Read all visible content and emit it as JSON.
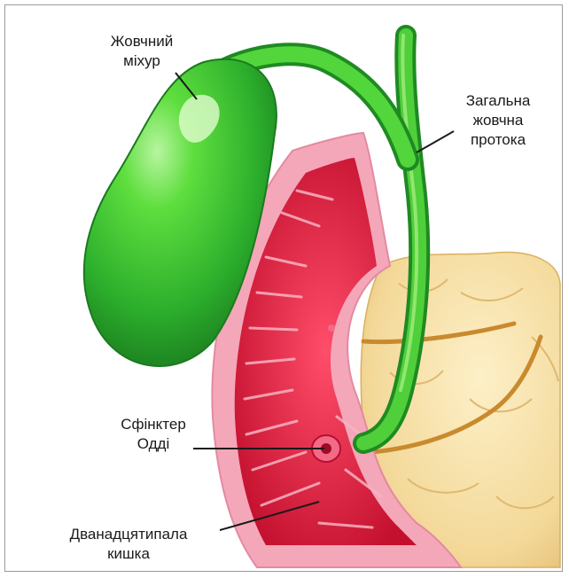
{
  "labels": {
    "gallbladder": {
      "line1": "Жовчний",
      "line2": "міхур"
    },
    "common_bile_duct": {
      "line1": "Загальна",
      "line2": "жовчна",
      "line3": "протока"
    },
    "sphincter_of_oddi": {
      "line1": "Сфінктер",
      "line2": "Одді"
    },
    "duodenum": {
      "line1": "Дванадцятипала",
      "line2": "кишка"
    }
  },
  "colors": {
    "gallbladder": "#3cc43c",
    "duct": "#2fa52f",
    "duodenum_wall": "#f4a7b9",
    "duodenum_mucosa": "#d8193c",
    "pancreas": "#f5dca0",
    "pancreatic_duct": "#c98a2e",
    "leader_line": "#1a1a1a"
  }
}
